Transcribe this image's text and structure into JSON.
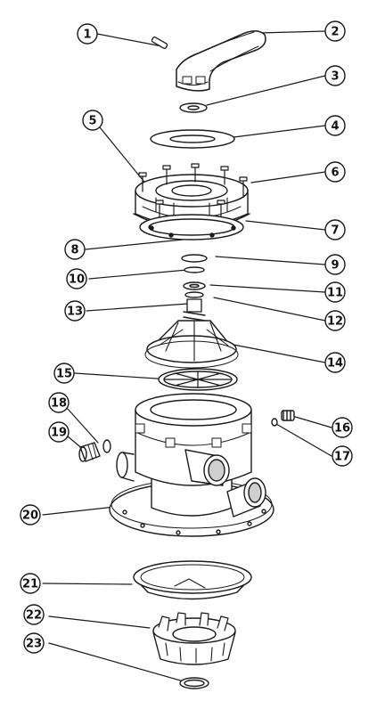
{
  "diagram": {
    "callouts": [
      {
        "id": "1",
        "text": "1"
      },
      {
        "id": "2",
        "text": "2"
      },
      {
        "id": "3",
        "text": "3"
      },
      {
        "id": "4",
        "text": "4"
      },
      {
        "id": "5",
        "text": "5"
      },
      {
        "id": "6",
        "text": "6"
      },
      {
        "id": "7",
        "text": "7"
      },
      {
        "id": "8",
        "text": "8"
      },
      {
        "id": "9",
        "text": "9"
      },
      {
        "id": "10",
        "text": "10"
      },
      {
        "id": "11",
        "text": "11"
      },
      {
        "id": "12",
        "text": "12"
      },
      {
        "id": "13",
        "text": "13"
      },
      {
        "id": "14",
        "text": "14"
      },
      {
        "id": "15",
        "text": "15"
      },
      {
        "id": "16",
        "text": "16"
      },
      {
        "id": "17",
        "text": "17"
      },
      {
        "id": "18",
        "text": "18"
      },
      {
        "id": "19",
        "text": "19"
      },
      {
        "id": "20",
        "text": "20"
      },
      {
        "id": "21",
        "text": "21"
      },
      {
        "id": "22",
        "text": "22"
      },
      {
        "id": "23",
        "text": "23"
      }
    ],
    "colors": {
      "line": "#1a1a1a",
      "fill": "#ffffff",
      "shade": "#d9d9d9"
    }
  }
}
